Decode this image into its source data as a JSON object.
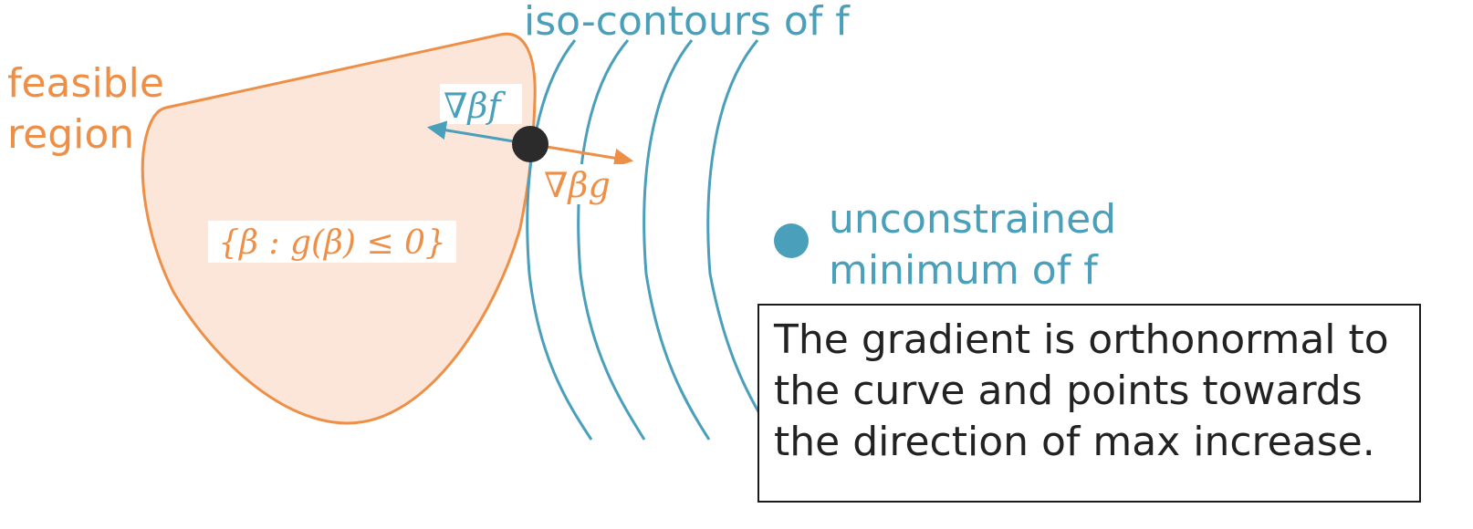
{
  "labels": {
    "feasible_region_line1": "feasible",
    "feasible_region_line2": "region",
    "set_notation": "{β : g(β) ≤ 0}",
    "iso_contours": "iso-contours of f",
    "grad_f": "∇βf",
    "grad_g": "∇βg",
    "unconstrained_min_line1": "unconstrained",
    "unconstrained_min_line2": "minimum of f"
  },
  "caption": {
    "line1": "The gradient is orthonormal to",
    "line2": "the curve and points towards",
    "line3": "the direction of max increase."
  },
  "colors": {
    "orange": "#ee8f47",
    "orange_fill": "#fbe6d9",
    "teal": "#4a9fbb",
    "point": "#2b2b2b",
    "text": "#222222"
  }
}
